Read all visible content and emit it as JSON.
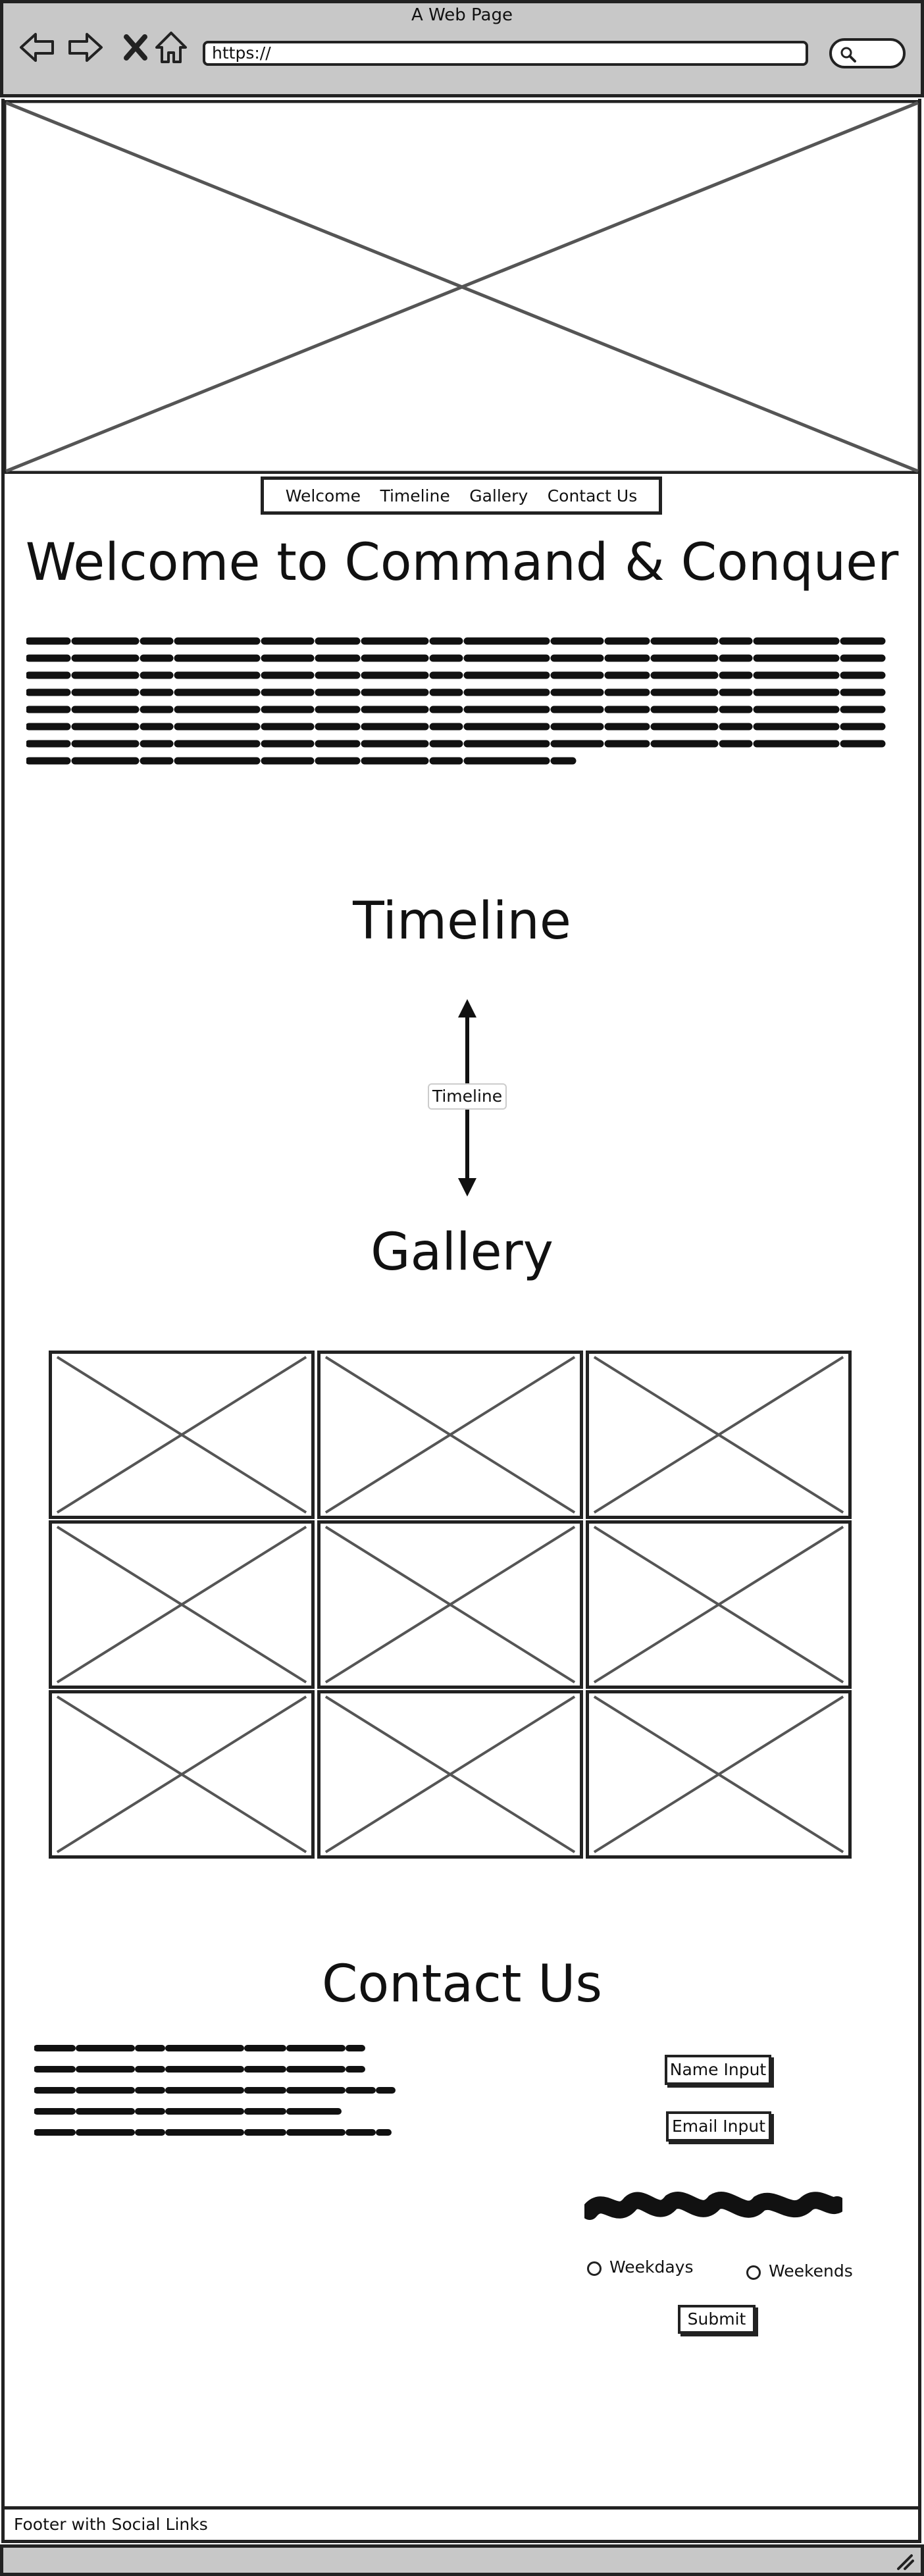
{
  "browser": {
    "window_title": "A Web Page",
    "url": "https://"
  },
  "icons": {
    "back": "arrow-left-icon",
    "forward": "arrow-right-icon",
    "stop": "close-icon",
    "home": "home-icon",
    "search": "search-icon",
    "resize": "resize-grip-icon"
  },
  "nav": {
    "items": [
      "Welcome",
      "Timeline",
      "Gallery",
      "Contact Us"
    ]
  },
  "welcome": {
    "title": "Welcome to Command & Conquer"
  },
  "timeline": {
    "title": "Timeline",
    "label": "Timeline"
  },
  "gallery": {
    "title": "Gallery",
    "rows": 3,
    "columns": 3
  },
  "contact": {
    "title": "Contact Us",
    "name_input": "Name Input",
    "email_input": "Email Input",
    "radio_options": [
      "Weekdays",
      "Weekends"
    ],
    "submit": "Submit"
  },
  "footer": {
    "text": "Footer with Social Links"
  }
}
